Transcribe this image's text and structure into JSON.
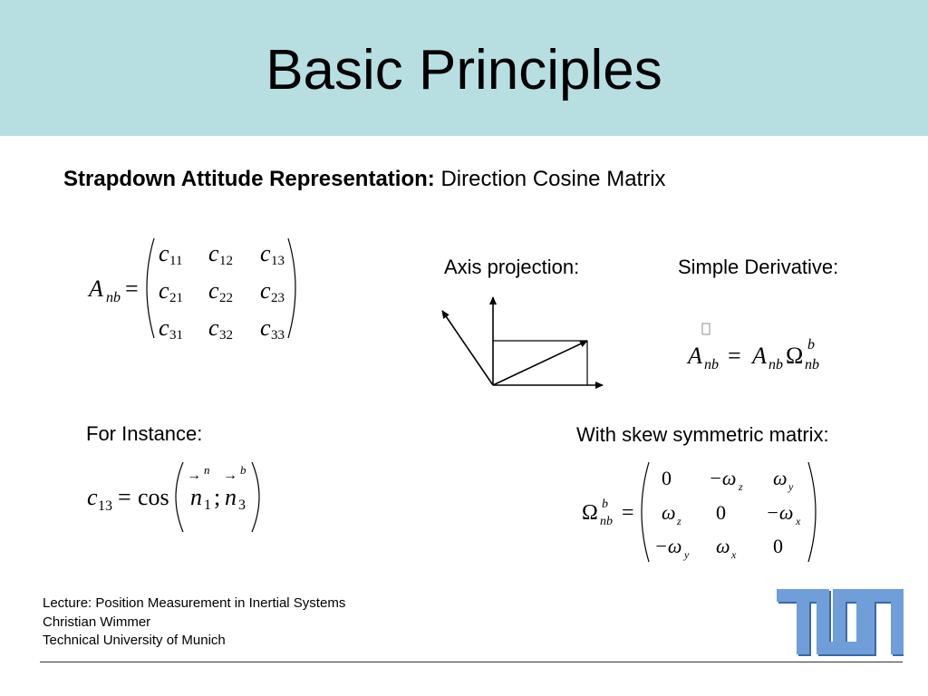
{
  "slide": {
    "title": "Basic Principles",
    "subtitle_bold": "Strapdown Attitude Representation:",
    "subtitle_rest": "Direction Cosine Matrix",
    "axis_label": "Axis projection:",
    "derivative_label": "Simple Derivative:",
    "instance_label": "For Instance:",
    "skew_label": "With skew symmetric matrix:"
  },
  "dcm": {
    "lhs_A": "A",
    "lhs_sub": "nb",
    "eq": "=",
    "rows": [
      [
        {
          "c": "c",
          "s": "11"
        },
        {
          "c": "c",
          "s": "12"
        },
        {
          "c": "c",
          "s": "13"
        }
      ],
      [
        {
          "c": "c",
          "s": "21"
        },
        {
          "c": "c",
          "s": "22"
        },
        {
          "c": "c",
          "s": "23"
        }
      ],
      [
        {
          "c": "c",
          "s": "31"
        },
        {
          "c": "c",
          "s": "32"
        },
        {
          "c": "c",
          "s": "33"
        }
      ]
    ]
  },
  "derivative": {
    "dot": "·",
    "A": "A",
    "sub": "nb",
    "eq": "=",
    "omega": "Ω",
    "sup": "b"
  },
  "instance": {
    "c": "c",
    "c_sub": "13",
    "eq": "=",
    "cos": "cos",
    "n": "n",
    "n1_sub": "1",
    "n1_sup": "n",
    "semi": ";",
    "n3_sub": "3",
    "n3_sup": "b",
    "arrow": "→"
  },
  "skew": {
    "omega": "Ω",
    "sup": "b",
    "sub": "nb",
    "eq": "=",
    "rows": [
      [
        {
          "v": "0",
          "s": ""
        },
        {
          "v": "−ω",
          "s": "z"
        },
        {
          "v": "ω",
          "s": "y"
        }
      ],
      [
        {
          "v": "ω",
          "s": "z"
        },
        {
          "v": "0",
          "s": ""
        },
        {
          "v": "−ω",
          "s": "x"
        }
      ],
      [
        {
          "v": "−ω",
          "s": "y"
        },
        {
          "v": "ω",
          "s": "x"
        },
        {
          "v": "0",
          "s": ""
        }
      ]
    ]
  },
  "footer": {
    "line1": "Lecture: Position Measurement in Inertial Systems",
    "line2": "Christian Wimmer",
    "line3": "Technical University of Munich"
  },
  "logo": {
    "text": "TUM",
    "color": "#6f9ed9",
    "shadow": "#3b67a8"
  },
  "colors": {
    "header_bg": "#b7dfe2"
  }
}
